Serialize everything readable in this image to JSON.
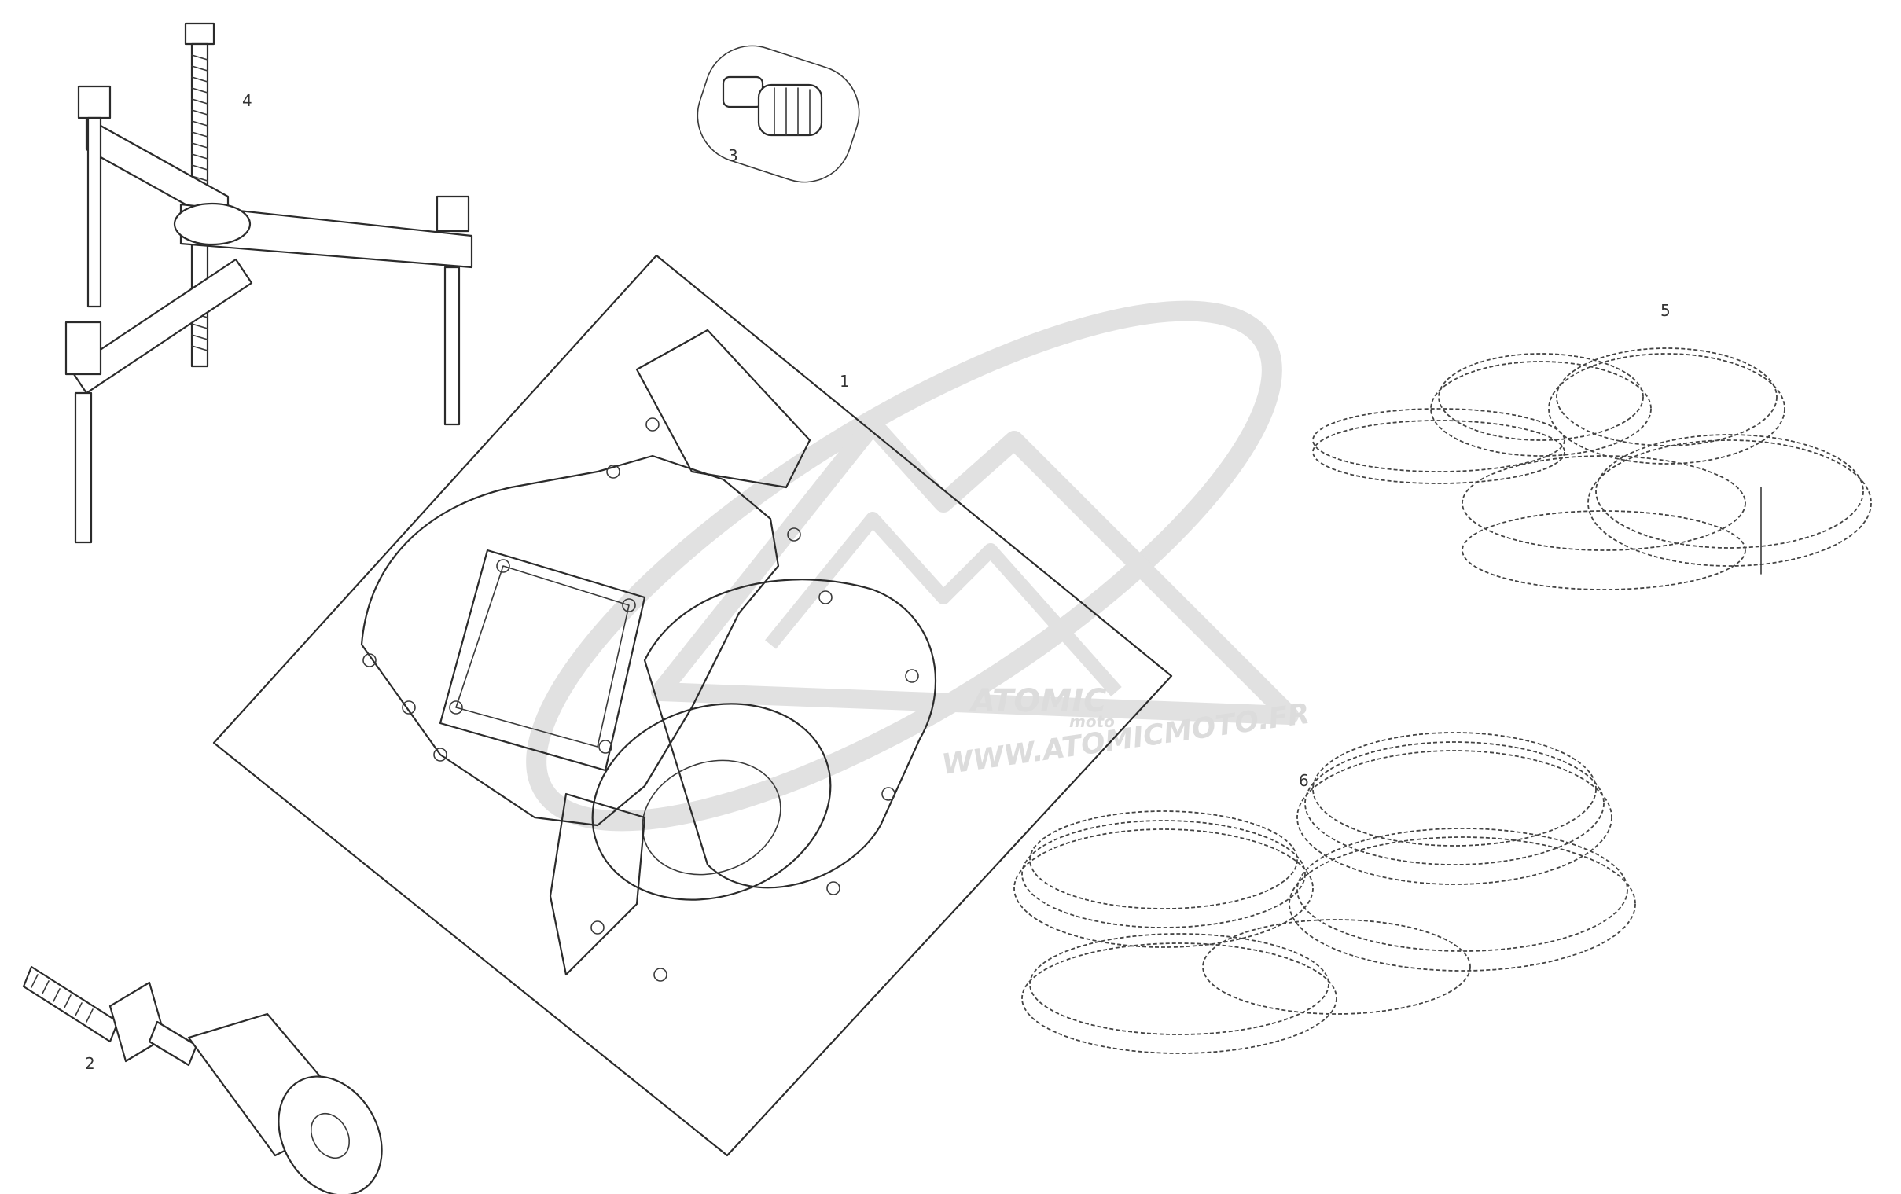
{
  "diagram": {
    "callouts": [
      {
        "id": "1",
        "text": "1"
      },
      {
        "id": "2",
        "text": "2"
      },
      {
        "id": "3",
        "text": "3"
      },
      {
        "id": "4",
        "text": "4"
      },
      {
        "id": "5",
        "text": "5"
      },
      {
        "id": "6",
        "text": "6"
      }
    ],
    "watermark": {
      "brand": "ATOMIC",
      "sub": "moto",
      "url": "WWW.ATOMICMOTO.FR",
      "color": "#d9d9d9"
    },
    "line_color": "#2b2b2b"
  }
}
